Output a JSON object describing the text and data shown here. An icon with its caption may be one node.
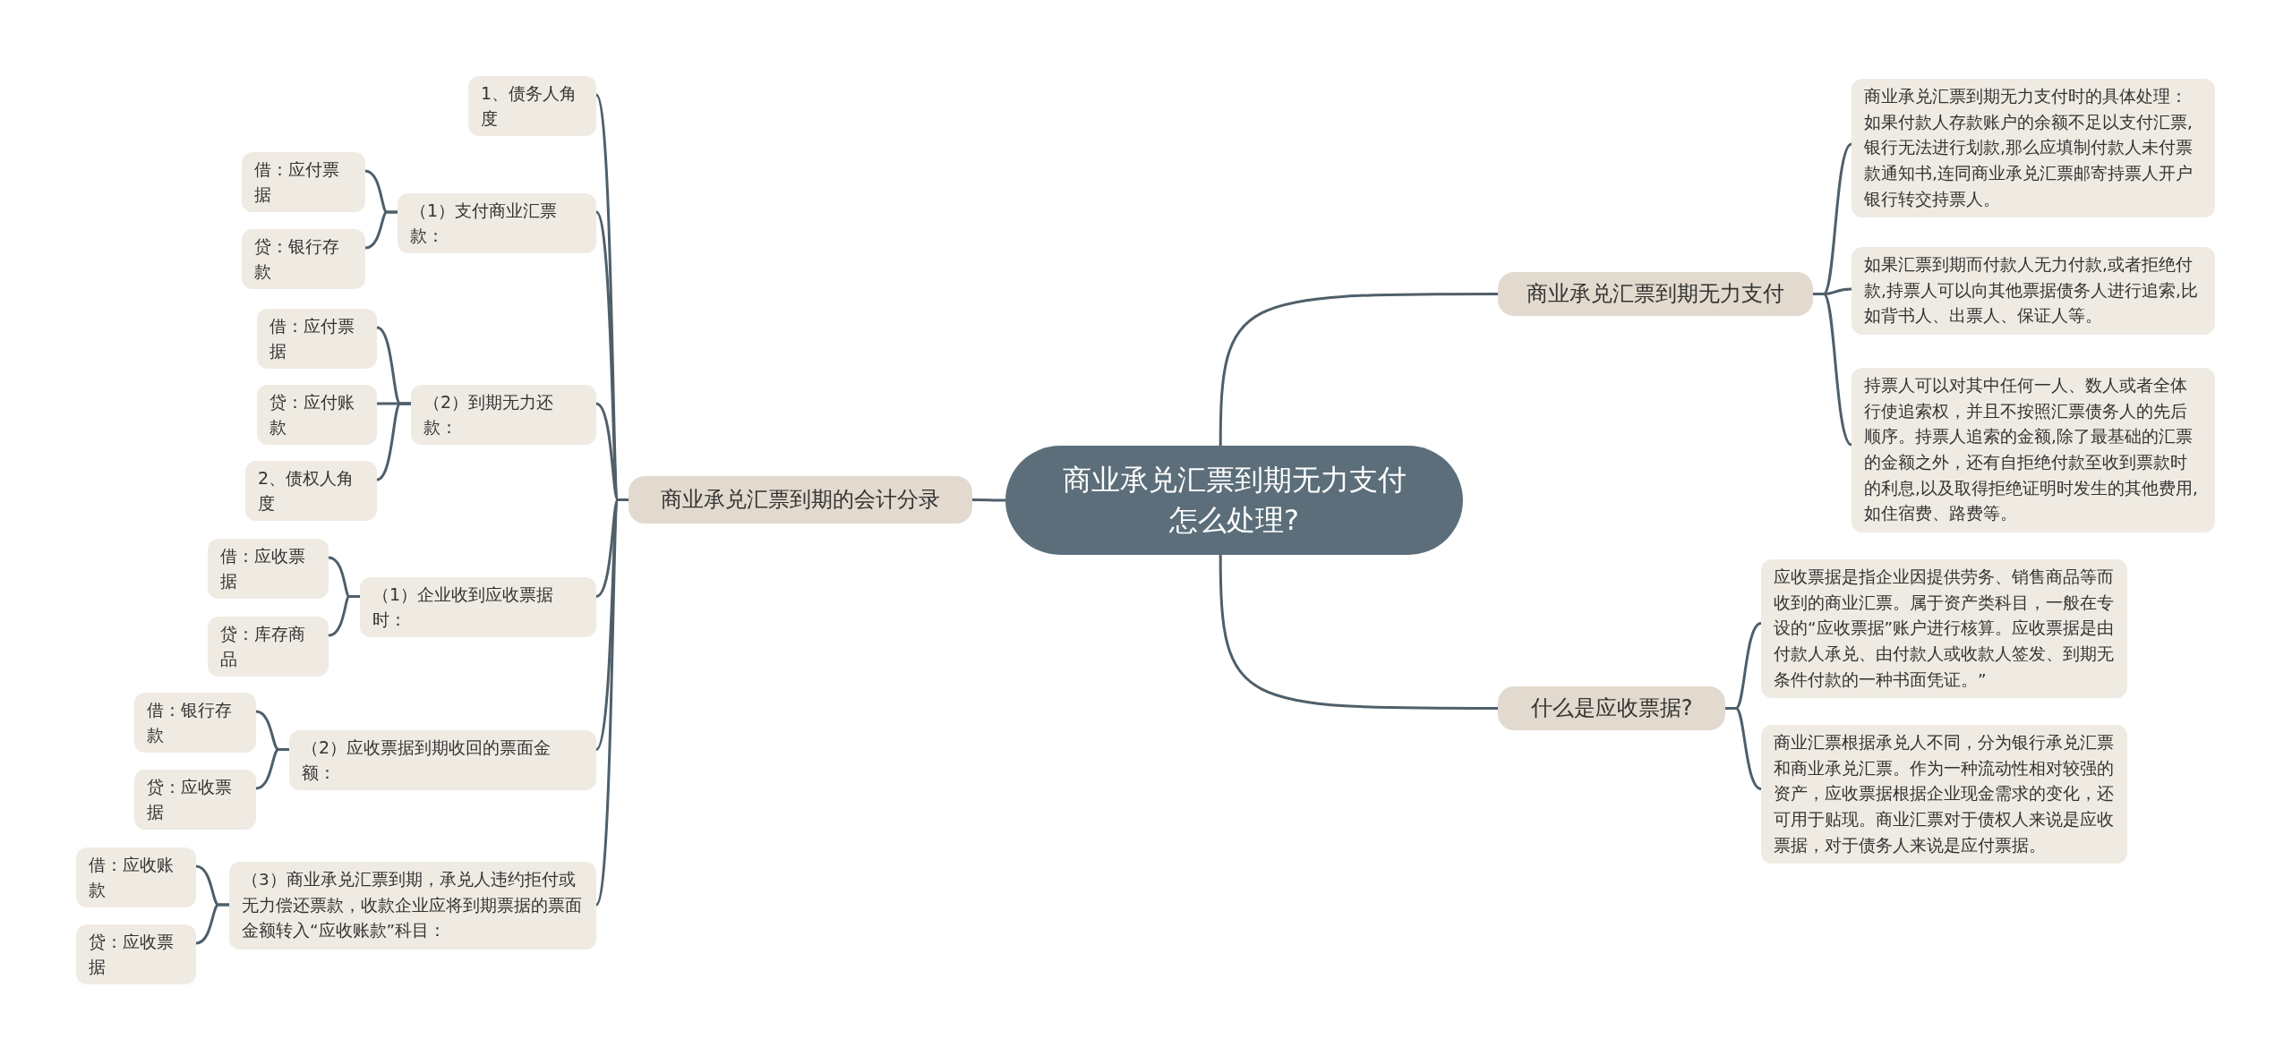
{
  "diagram": {
    "nodes": [
      {
        "text": [
          "商业承兑汇票到期无力支付怎么处理?"
        ]
      },
      {
        "text": [
          "商业承兑汇票到期的会计分录"
        ]
      },
      {
        "text": [
          "1、债务人角度"
        ]
      },
      {
        "text": [
          "（1）支付商业汇票款："
        ]
      },
      {
        "text": [
          "借：应付票据"
        ]
      },
      {
        "text": [
          "贷：银行存款"
        ]
      },
      {
        "text": [
          "（2）到期无力还款："
        ]
      },
      {
        "text": [
          "借：应付票据"
        ]
      },
      {
        "text": [
          "贷：应付账款"
        ]
      },
      {
        "text": [
          "2、债权人角度"
        ]
      },
      {
        "text": [
          "（1）企业收到应收票据时："
        ]
      },
      {
        "text": [
          "借：应收票据"
        ]
      },
      {
        "text": [
          "贷：库存商品"
        ]
      },
      {
        "text": [
          "（2）应收票据到期收回的票面金额："
        ]
      },
      {
        "text": [
          "借：银行存款"
        ]
      },
      {
        "text": [
          "贷：应收票据"
        ]
      },
      {
        "text": [
          "（3）商业承兑汇票到期，承兑人违约拒付或无力偿还票款，收款企业应将到期票据的票面金额转入“应收账款”科目："
        ]
      },
      {
        "text": [
          "借：应收账款"
        ]
      },
      {
        "text": [
          "贷：应收票据"
        ]
      },
      {
        "text": [
          "商业承兑汇票到期无力支付"
        ]
      },
      {
        "text": [
          "商业承兑汇票到期无力支付时的具体处理：如果付款人存款账户的余额不足以支付汇票,银行无法进行划款,那么应填制付款人未付票款通知书,连同商业承兑汇票邮寄持票人开户银行转交持票人。"
        ]
      },
      {
        "text": [
          "如果汇票到期而付款人无力付款,或者拒绝付款,持票人可以向其他票据债务人进行追索,比如背书人、出票人、保证人等。"
        ]
      },
      {
        "text": [
          "持票人可以对其中任何一人、数人或者全体行使追索权，并且不按照汇票债务人的先后顺序。持票人追索的金额,除了最基础的汇票的金额之外，还有自拒绝付款至收到票款时的利息,以及取得拒绝证明时发生的其他费用,如住宿费、路费等。"
        ]
      },
      {
        "text": [
          "什么是应收票据?"
        ]
      },
      {
        "text": [
          "应收票据是指企业因提供劳务、销售商品等而收到的商业汇票。属于资产类科目，一般在专设的“应收票据”账户进行核算。应收票据是由付款人承兑、由付款人或收款人签发、到期无条件付款的一种书面凭证。”"
        ]
      },
      {
        "text": [
          "商业汇票根据承兑人不同，分为银行承兑汇票和商业承兑汇票。作为一种流动性相对较强的资产，应收票据根据企业现金需求的变化，还可用于贴现。商业汇票对于债权人来说是应收票据，对于债务人来说是应付票据。"
        ]
      }
    ],
    "edges": [
      {
        "from": 0,
        "to": 1,
        "arrow": "none"
      },
      {
        "from": 0,
        "to": 19,
        "arrow": "none"
      },
      {
        "from": 0,
        "to": 23,
        "arrow": "none"
      },
      {
        "from": 1,
        "to": 2,
        "arrow": "none"
      },
      {
        "from": 1,
        "to": 3,
        "arrow": "none"
      },
      {
        "from": 1,
        "to": 6,
        "arrow": "none"
      },
      {
        "from": 1,
        "to": 10,
        "arrow": "none"
      },
      {
        "from": 1,
        "to": 13,
        "arrow": "none"
      },
      {
        "from": 1,
        "to": 16,
        "arrow": "none"
      },
      {
        "from": 3,
        "to": 4,
        "arrow": "none"
      },
      {
        "from": 3,
        "to": 5,
        "arrow": "none"
      },
      {
        "from": 6,
        "to": 7,
        "arrow": "none"
      },
      {
        "from": 6,
        "to": 8,
        "arrow": "none"
      },
      {
        "from": 6,
        "to": 9,
        "arrow": "none"
      },
      {
        "from": 10,
        "to": 11,
        "arrow": "none"
      },
      {
        "from": 10,
        "to": 12,
        "arrow": "none"
      },
      {
        "from": 13,
        "to": 14,
        "arrow": "none"
      },
      {
        "from": 13,
        "to": 15,
        "arrow": "none"
      },
      {
        "from": 16,
        "to": 17,
        "arrow": "none"
      },
      {
        "from": 16,
        "to": 18,
        "arrow": "none"
      },
      {
        "from": 19,
        "to": 20,
        "arrow": "none"
      },
      {
        "from": 19,
        "to": 21,
        "arrow": "none"
      },
      {
        "from": 19,
        "to": 22,
        "arrow": "none"
      },
      {
        "from": 23,
        "to": 24,
        "arrow": "none"
      },
      {
        "from": 23,
        "to": 25,
        "arrow": "none"
      }
    ]
  }
}
